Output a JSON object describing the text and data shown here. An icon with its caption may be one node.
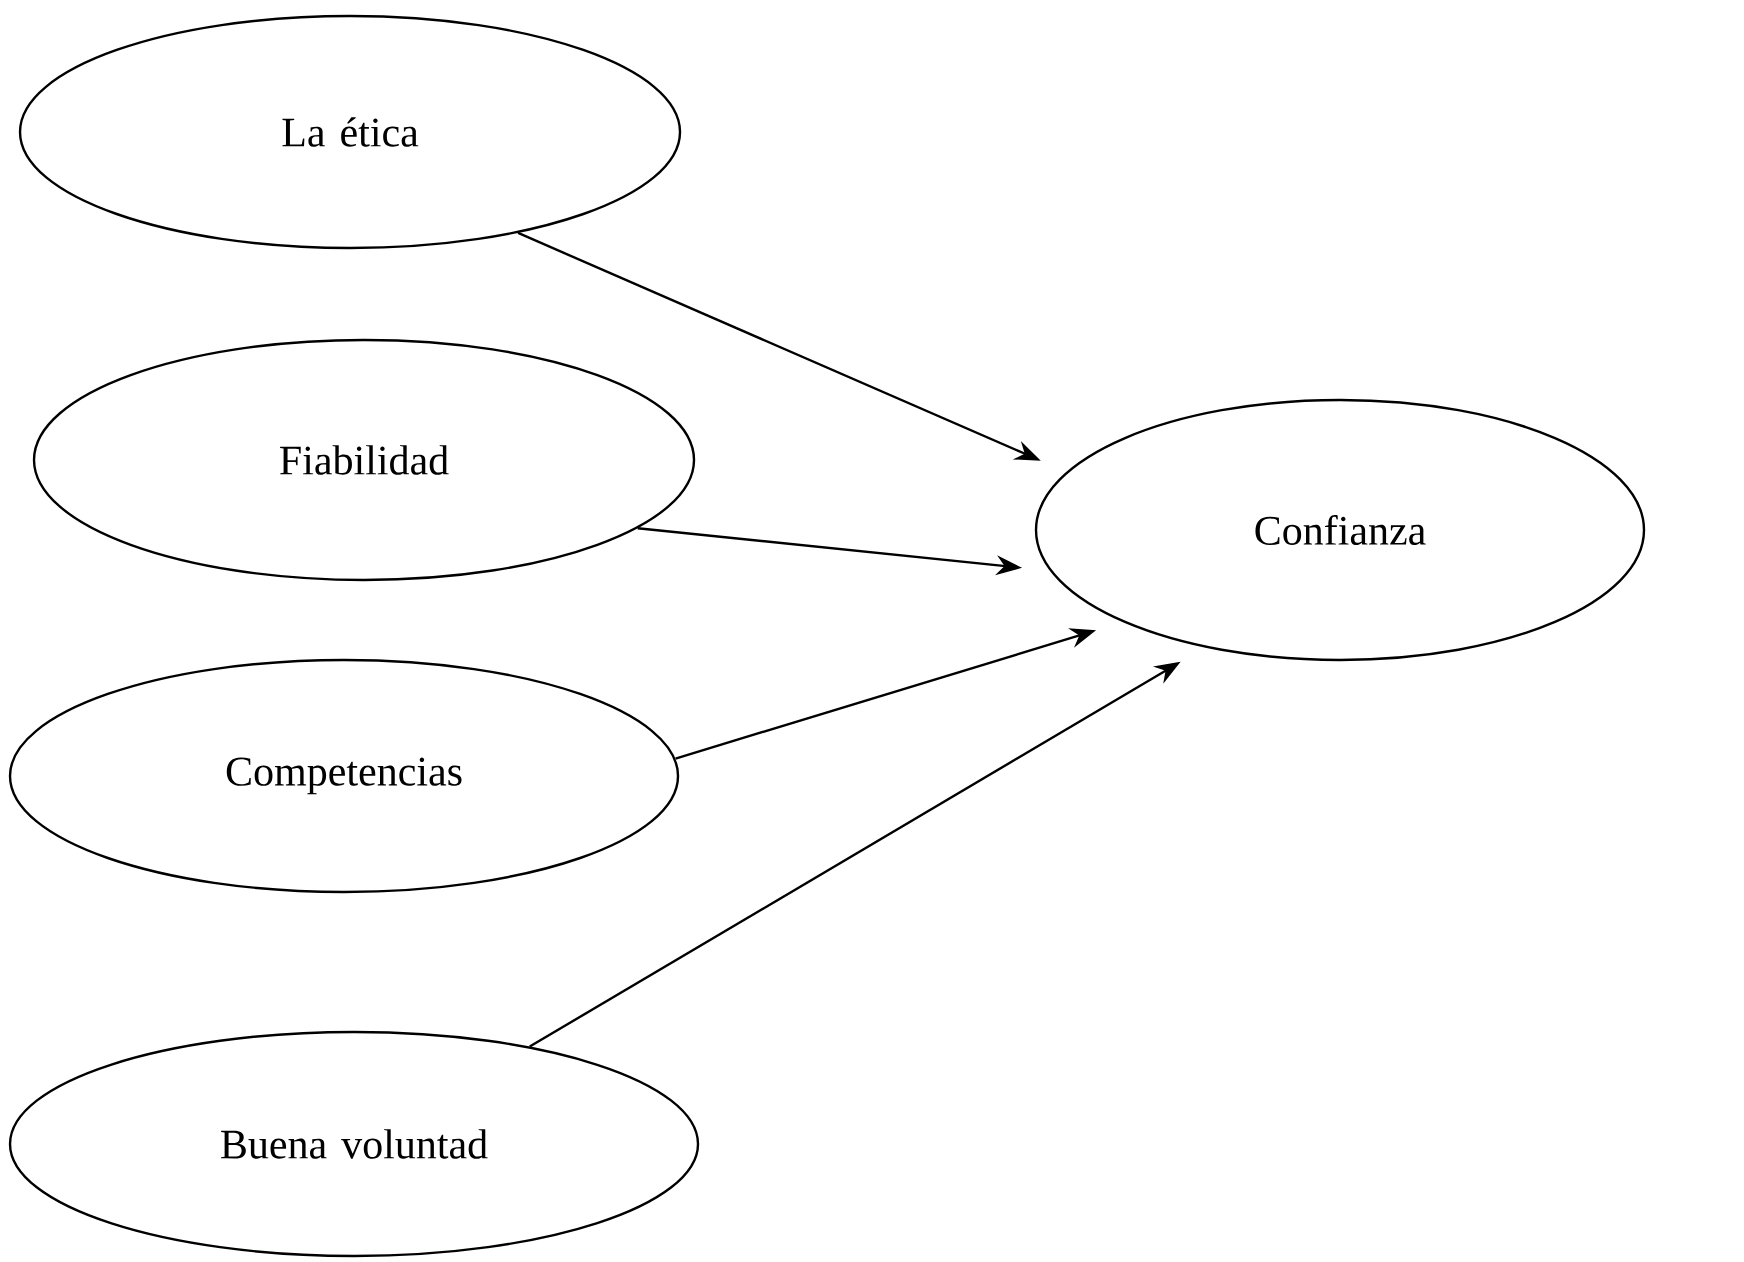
{
  "diagram": {
    "nodes": [
      {
        "text": [
          "La ética"
        ]
      },
      {
        "text": [
          "Fiabilidad"
        ]
      },
      {
        "text": [
          "Competencias"
        ]
      },
      {
        "text": [
          "Buena voluntad"
        ]
      },
      {
        "text": [
          "Confianza"
        ]
      }
    ],
    "edges": [
      {
        "from": 0,
        "to": 4,
        "arrow": "to"
      },
      {
        "from": 1,
        "to": 4,
        "arrow": "to"
      },
      {
        "from": 2,
        "to": 4,
        "arrow": "to"
      },
      {
        "from": 3,
        "to": 4,
        "arrow": "to"
      }
    ]
  }
}
